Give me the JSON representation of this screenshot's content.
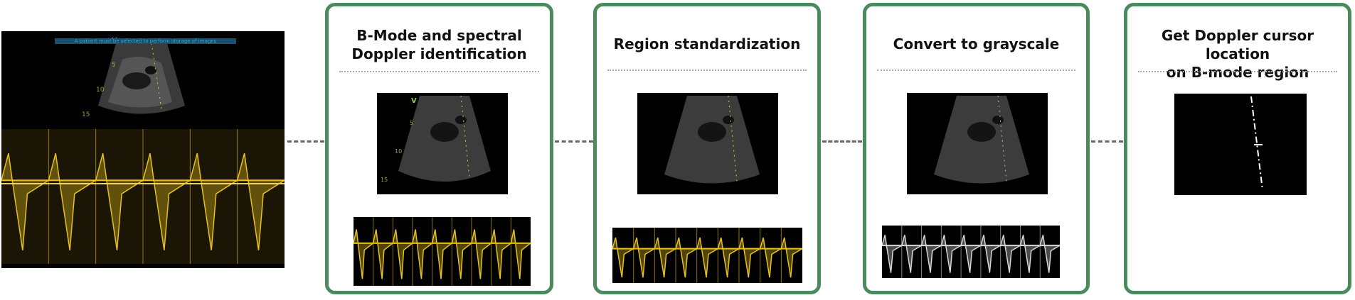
{
  "source_image": {
    "header_text": "A patient must be selected to perform storage of images"
  },
  "steps": [
    {
      "title_line1": "B-Mode and spectral",
      "title_line2": "Doppler identification"
    },
    {
      "title_line1": "Region standardization",
      "title_line2": ""
    },
    {
      "title_line1": "Convert to grayscale",
      "title_line2": ""
    },
    {
      "title_line1": "Get Doppler cursor location",
      "title_line2": "on B-mode region"
    }
  ],
  "colors": {
    "panel_border": "#4a8a5c",
    "doppler_yellow": "#e8c21a",
    "gray_trace": "#d8d8d8"
  }
}
